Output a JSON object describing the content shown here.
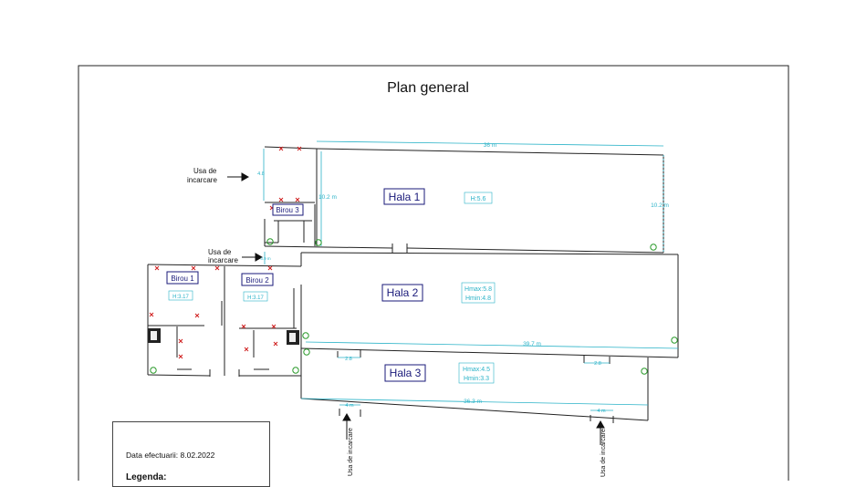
{
  "title": "Plan general",
  "halls": {
    "hala1": {
      "name": "Hala 1",
      "height": "H:5.6",
      "length": "36 m",
      "width_left": "10.2 m",
      "width_right": "10.2 m"
    },
    "hala2": {
      "name": "Hala 2",
      "hmax": "Hmax:5.8",
      "hmin": "Hmin:4.8",
      "length": "39.7 m"
    },
    "hala3": {
      "name": "Hala 3",
      "hmax": "Hmax:4.5",
      "hmin": "Hmin:3.3",
      "length": "36.3 m"
    }
  },
  "offices": {
    "birou1": {
      "name": "Birou 1",
      "height": "H:3.17"
    },
    "birou2": {
      "name": "Birou 2",
      "height": "H:3.17"
    },
    "birou3": {
      "name": "Birou 3"
    }
  },
  "doors": {
    "usa1": {
      "line1": "Usa de",
      "line2": "incarcare",
      "dim": "4.8"
    },
    "usa2": {
      "line1": "Usa de",
      "line2": "incarcare",
      "dim": "3.9 m"
    },
    "usa3": {
      "label": "Usa de incarcare"
    },
    "usa4": {
      "label": "Usa de incarcare"
    }
  },
  "dimensions": {
    "d28a": "2.8",
    "d28b": "2.8",
    "d4a": "4 m",
    "d4b": "4 m"
  },
  "info": {
    "date_label": "Data efectuarii: 8.02.2022",
    "legend_label": "Legenda:"
  },
  "colors": {
    "dimension": "#2bb3c8",
    "label": "#1a1a7a",
    "marker": "#d02020",
    "circle": "#2a9a2a",
    "wall": "#222222"
  }
}
